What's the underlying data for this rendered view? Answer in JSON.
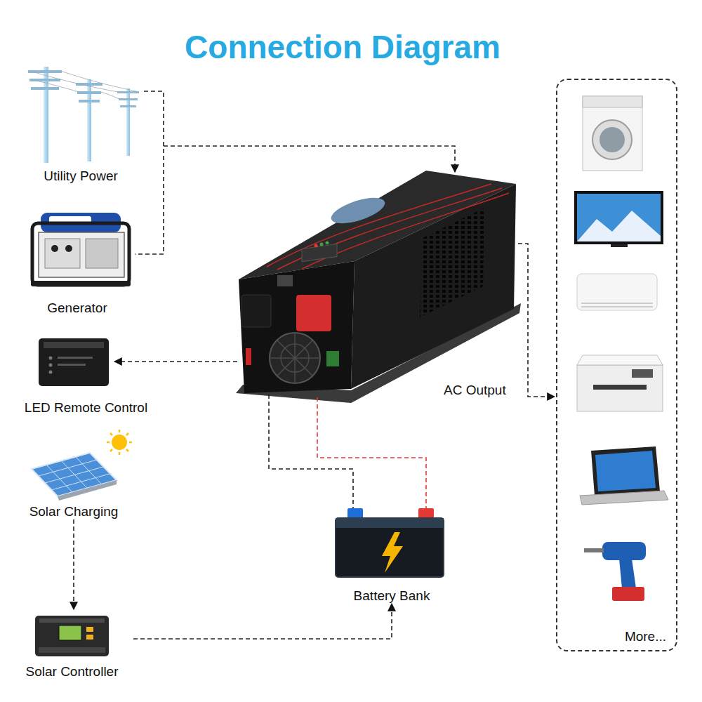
{
  "diagram": {
    "title": "Connection Diagram",
    "nodes": [
      {
        "text": [
          "Utility Power"
        ]
      },
      {
        "text": [
          "Generator"
        ]
      },
      {
        "text": [
          "LED Remote Control"
        ]
      },
      {
        "text": [
          "Solar Charging"
        ]
      },
      {
        "text": [
          "Solar Controller"
        ]
      },
      {
        "text": [
          "Battery Bank"
        ]
      },
      {
        "text": [
          "More..."
        ]
      }
    ],
    "edges": [
      {
        "from": 3,
        "to": 4,
        "arrow": "to"
      },
      {
        "from": 4,
        "to": 5,
        "arrow": "to"
      }
    ],
    "labels": [
      "AC Output"
    ]
  }
}
